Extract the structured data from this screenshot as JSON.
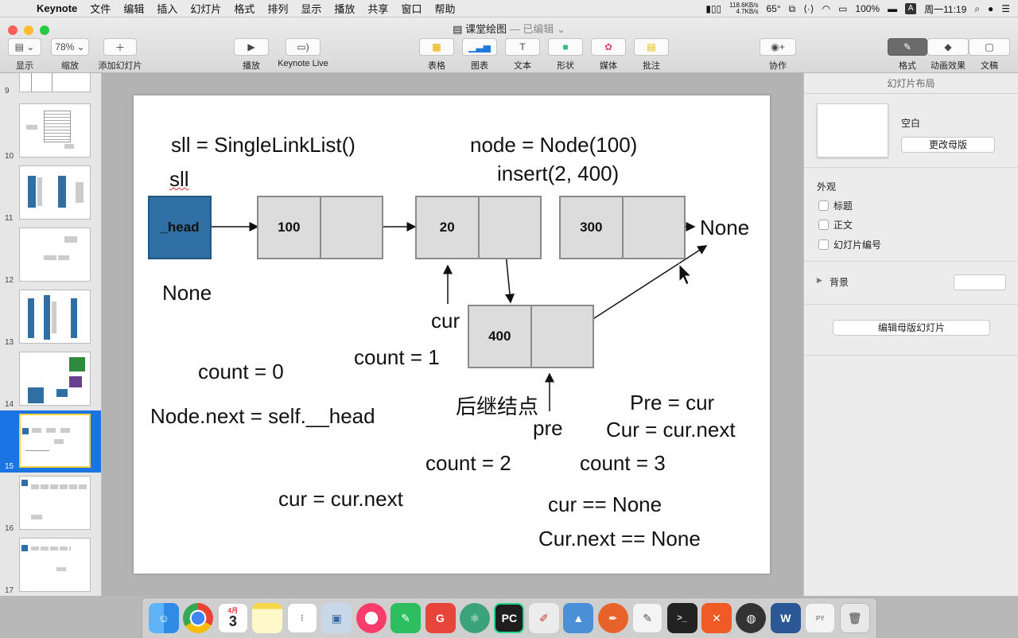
{
  "menubar": {
    "app": "Keynote",
    "items": [
      "文件",
      "编辑",
      "插入",
      "幻灯片",
      "格式",
      "排列",
      "显示",
      "播放",
      "共享",
      "窗口",
      "帮助"
    ],
    "net_up": "118.6KB/s",
    "net_down": "4.7KB/s",
    "temp": "65°",
    "battery": "100%",
    "input_badge": "A",
    "clock": "周一11:19"
  },
  "window": {
    "title": "课堂绘图",
    "status": "— 已编辑"
  },
  "toolbar": {
    "view_label": "显示",
    "zoom_value": "78%",
    "zoom_label": "缩放",
    "add_slide_label": "添加幻灯片",
    "play_label": "播放",
    "keynote_live_label": "Keynote Live",
    "table_label": "表格",
    "chart_label": "图表",
    "text_label": "文本",
    "shape_label": "形状",
    "media_label": "媒体",
    "comment_label": "批注",
    "collab_label": "协作",
    "format_label": "格式",
    "animate_label": "动画效果",
    "document_label": "文稿"
  },
  "slides": {
    "numbers": [
      "9",
      "10",
      "11",
      "12",
      "13",
      "14",
      "15",
      "16",
      "17"
    ],
    "selected": "15"
  },
  "slide": {
    "sll_assign": "sll = SingleLinkList()",
    "sll_label": "sll",
    "node_assign": "node = Node(100)",
    "insert_call": "insert(2, 400)",
    "head_label": "_head",
    "node1_value": "100",
    "node2_value": "20",
    "node3_value": "300",
    "node4_value": "400",
    "none_right": "None",
    "none_left": "None",
    "cur_label": "cur",
    "count1": "count = 1",
    "count0": "count = 0",
    "successor_label": "后继结点",
    "pre_label": "pre",
    "pre_assign": "Pre = cur",
    "cur_next_assign": "Cur = cur.next",
    "node_next_assign": "Node.next = self.__head",
    "count2": "count = 2",
    "count3": "count = 3",
    "cur_advance": "cur = cur.next",
    "cur_eq_none": "cur == None",
    "cur_next_eq_none": "Cur.next == None"
  },
  "panel": {
    "title": "幻灯片布局",
    "layout_name": "空白",
    "change_master": "更改母版",
    "appearance": "外观",
    "opt_title": "标题",
    "opt_body": "正文",
    "opt_slide_number": "幻灯片编号",
    "background": "背景",
    "edit_master": "编辑母版幻灯片"
  },
  "dock": {
    "calendar_month": "4月",
    "calendar_day": "3"
  },
  "colors": {
    "head_box": "#2f6fa3",
    "node_box": "#dcdcdc",
    "selection": "#1b74e4"
  }
}
